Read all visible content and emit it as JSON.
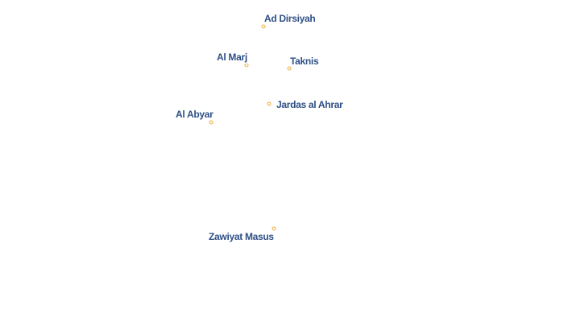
{
  "map": {
    "marker_color": "#e8b24a",
    "label_color": "#2e4f86",
    "places": [
      {
        "name": "Ad Dirsiyah"
      },
      {
        "name": "Al Marj"
      },
      {
        "name": "Taknis"
      },
      {
        "name": "Jardas al Ahrar"
      },
      {
        "name": "Al Abyar"
      },
      {
        "name": "Zawiyat Masus"
      }
    ]
  }
}
